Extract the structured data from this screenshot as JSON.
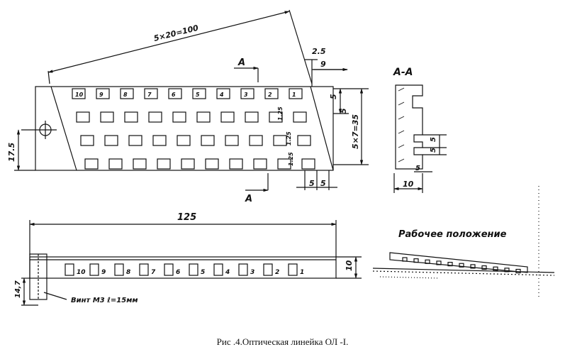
{
  "caption": "Рис .4.Оптическая линейка ОЛ -I.",
  "top_view": {
    "overall_dim": "5×20=100",
    "cell_numbers": [
      "10",
      "9",
      "8",
      "7",
      "6",
      "5",
      "4",
      "3",
      "2",
      "1"
    ],
    "dim_2_5": "2.5",
    "dim_9": "9",
    "dim_5_a": "5",
    "dim_5_b": "5",
    "dim_5x7": "5×7=35",
    "dim_17_5": "17.5",
    "dim_125_a": "1.25",
    "dim_125_b": "1.25",
    "dim_125_c": "1.25",
    "dim_bottom_5a": "5",
    "dim_bottom_5b": "5",
    "section_mark_top": "A",
    "section_mark_bottom": "A"
  },
  "section_view": {
    "title": "А-А",
    "dim_5a": "5",
    "dim_5b": "5",
    "dim_5c": "5",
    "dim_10": "10"
  },
  "front_view": {
    "dim_125": "125",
    "dim_10": "10",
    "dim_14_7": "14,7",
    "note": "Винт М3 ℓ=15мм",
    "cell_numbers": [
      "10",
      "9",
      "8",
      "7",
      "6",
      "5",
      "4",
      "3",
      "2",
      "1"
    ]
  },
  "working_position": {
    "title": "Рабочее положение"
  }
}
